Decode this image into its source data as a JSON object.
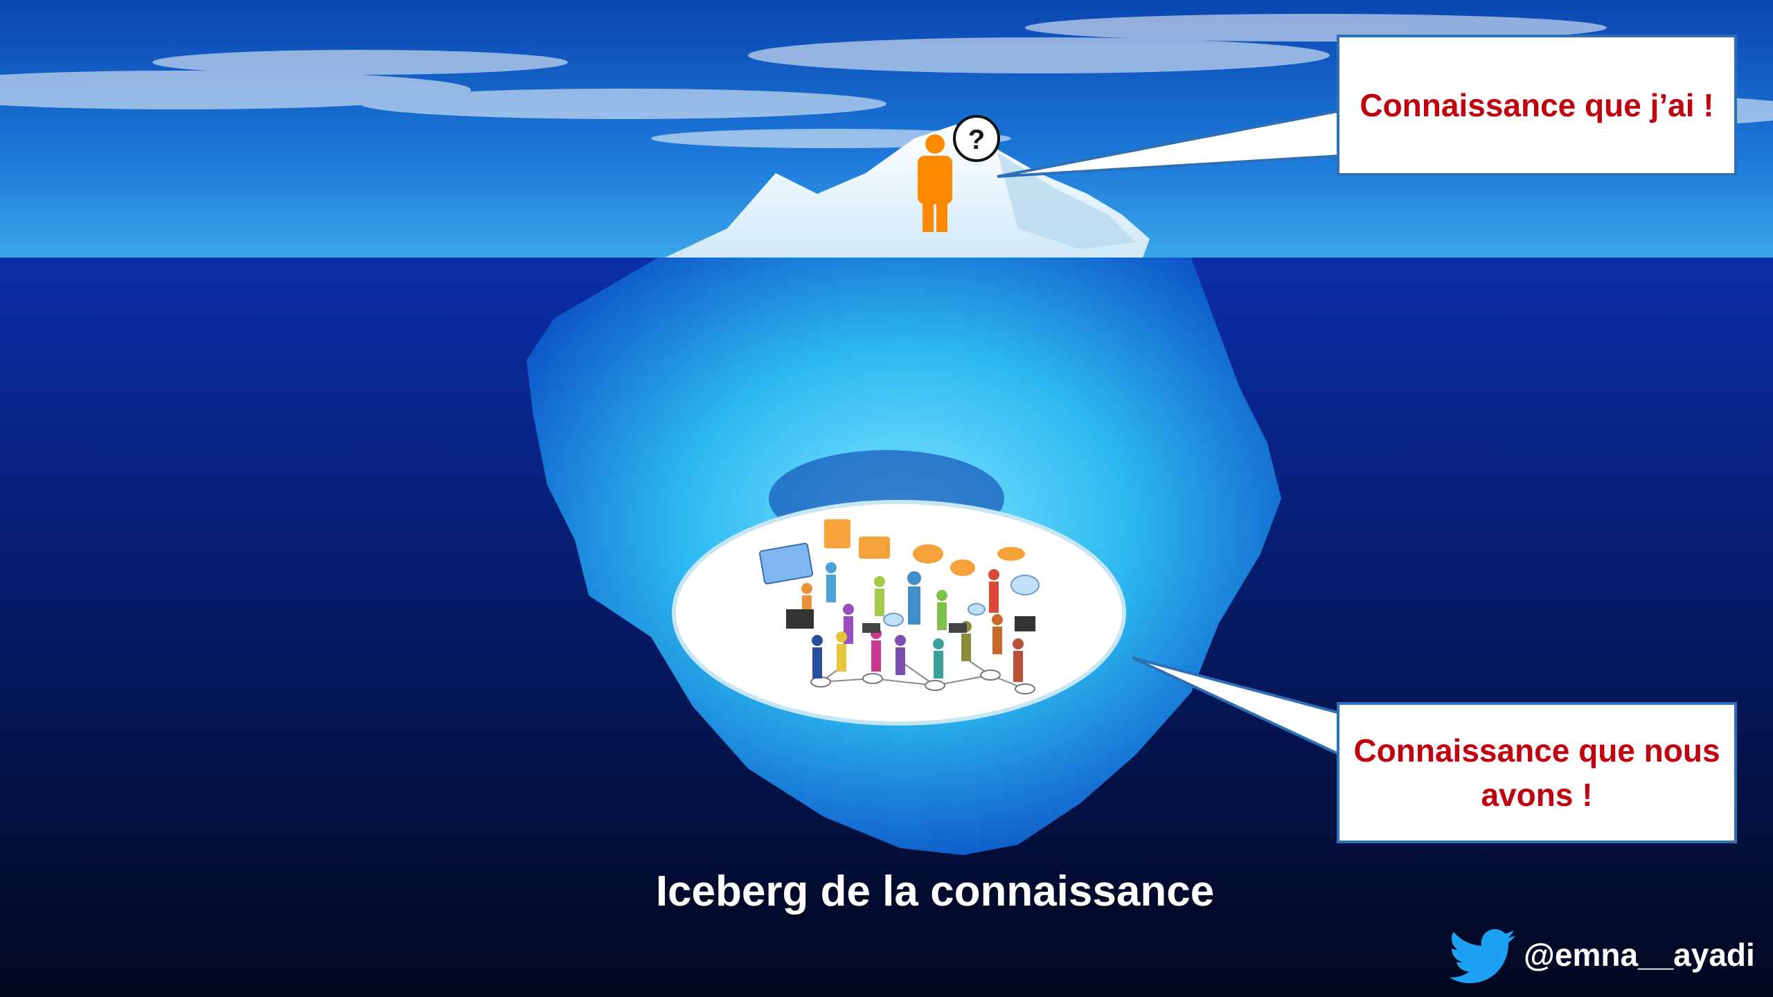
{
  "callouts": {
    "top": "Connaissance que j’ai !",
    "bottom": "Connaissance que nous avons !"
  },
  "caption": "Iceberg de la connaissance",
  "social": {
    "handle": "@emna__ayadi",
    "icon": "twitter-bird-icon"
  },
  "person_badge": "?",
  "colors": {
    "sky": "#1a63c9",
    "sea": "#06124a",
    "ice": "#3fc6f3",
    "accent_text": "#c0000c",
    "callout_border": "#2e6fb5",
    "person": "#ff8a00",
    "twitter": "#1da1f2"
  }
}
